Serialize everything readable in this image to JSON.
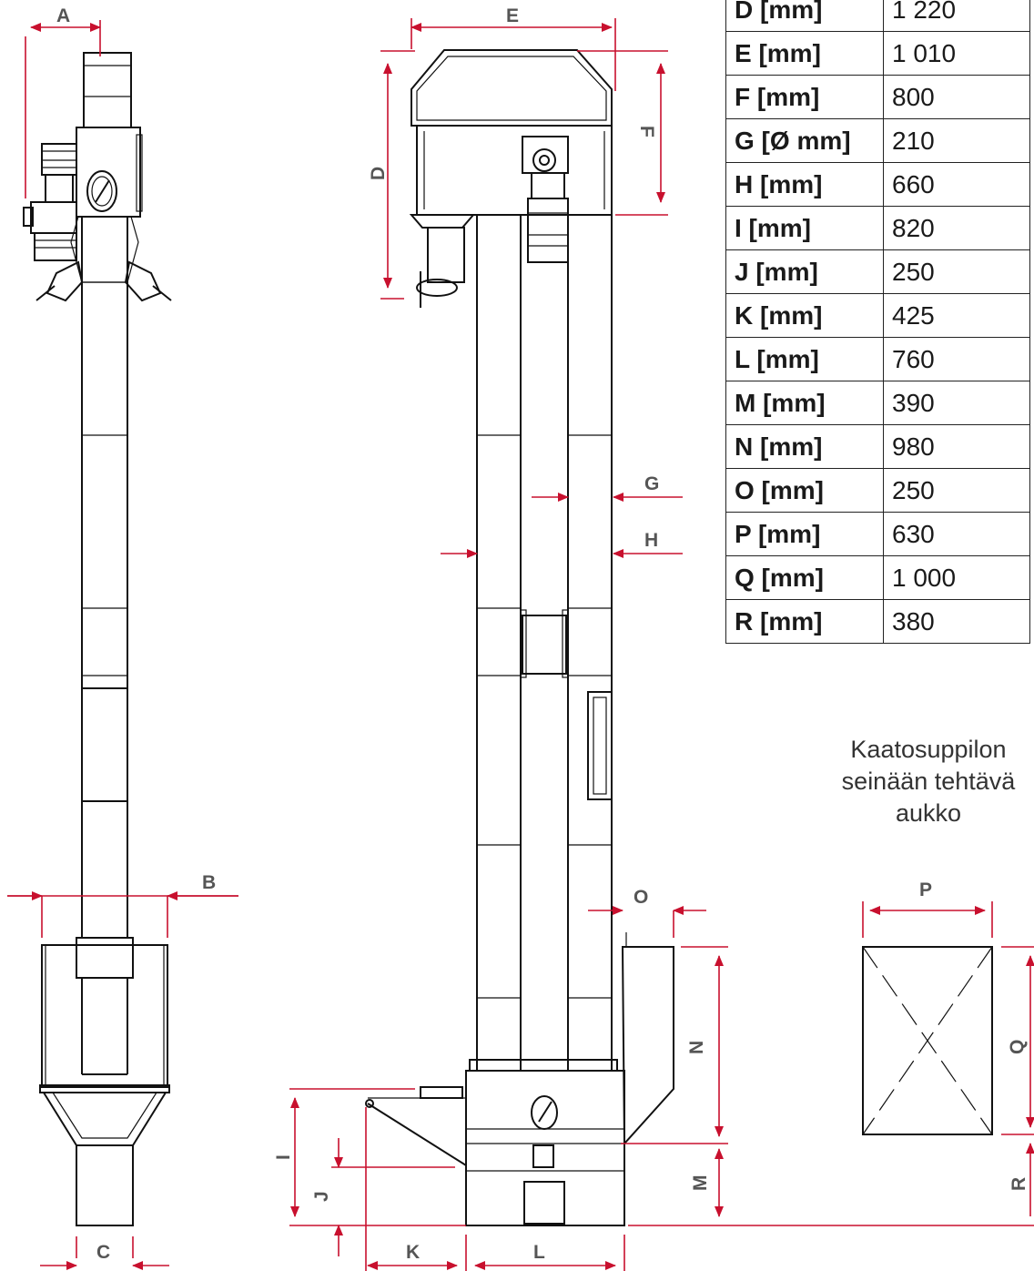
{
  "dimension_labels": [
    "A",
    "B",
    "C",
    "D",
    "E",
    "F",
    "G",
    "H",
    "I",
    "J",
    "K",
    "L",
    "M",
    "N",
    "O",
    "P",
    "Q",
    "R"
  ],
  "spec_table": [
    {
      "key": "D [mm]",
      "value": "1 220"
    },
    {
      "key": "E [mm]",
      "value": "1 010"
    },
    {
      "key": "F [mm]",
      "value": "800"
    },
    {
      "key": "G [Ø mm]",
      "value": "210"
    },
    {
      "key": "H [mm]",
      "value": "660"
    },
    {
      "key": "I [mm]",
      "value": "820"
    },
    {
      "key": "J [mm]",
      "value": "250"
    },
    {
      "key": "K [mm]",
      "value": "425"
    },
    {
      "key": "L [mm]",
      "value": "760"
    },
    {
      "key": "M [mm]",
      "value": "390"
    },
    {
      "key": "N [mm]",
      "value": "980"
    },
    {
      "key": "O [mm]",
      "value": "250"
    },
    {
      "key": "P [mm]",
      "value": "630"
    },
    {
      "key": "Q [mm]",
      "value": "1 000"
    },
    {
      "key": "R [mm]",
      "value": "380"
    }
  ],
  "note": {
    "line1": "Kaatosuppilon",
    "line2": "seinään tehtävä",
    "line3": "aukko"
  },
  "colors": {
    "dimension": "#c8102e",
    "outline": "#111111",
    "label": "#555555"
  }
}
